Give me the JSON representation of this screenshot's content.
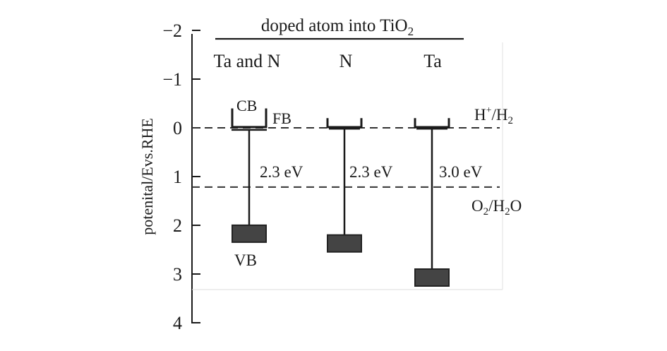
{
  "group_header": "doped atom into TiO",
  "group_header_sub": "2",
  "y_axis": {
    "label": "potenital/Evs.RHE",
    "ticks": [
      "−2",
      "−1",
      "0",
      "1",
      "2",
      "3",
      "4"
    ],
    "tick_values": [
      -2,
      -1,
      0,
      1,
      2,
      3,
      4
    ]
  },
  "reference_lines": {
    "hydrogen": {
      "value": 0,
      "label_main": "H",
      "label_sup": "+",
      "label_mid": "/H",
      "label_sub": "2"
    },
    "oxygen": {
      "value": 1.23,
      "label_o": "O",
      "label_o_sub": "2",
      "label_mid": "/H",
      "label_h_sub": "2",
      "label_end": "O"
    }
  },
  "samples": [
    {
      "name": "Ta and N",
      "cb": -0.5,
      "fb": 0.1,
      "vb": 2.1,
      "gap_label": "2.3 eV"
    },
    {
      "name": "N",
      "cb": -0.3,
      "vb": 2.3,
      "gap_label": "2.3 eV"
    },
    {
      "name": "Ta",
      "cb": -0.3,
      "vb": 3.0,
      "gap_label": "3.0 eV"
    }
  ],
  "band_labels": {
    "cb": "CB",
    "fb": "FB",
    "vb": "VB"
  },
  "colors": {
    "ink": "#1a1a1a",
    "vb_fill": "#444444",
    "dashed": "#333333"
  }
}
